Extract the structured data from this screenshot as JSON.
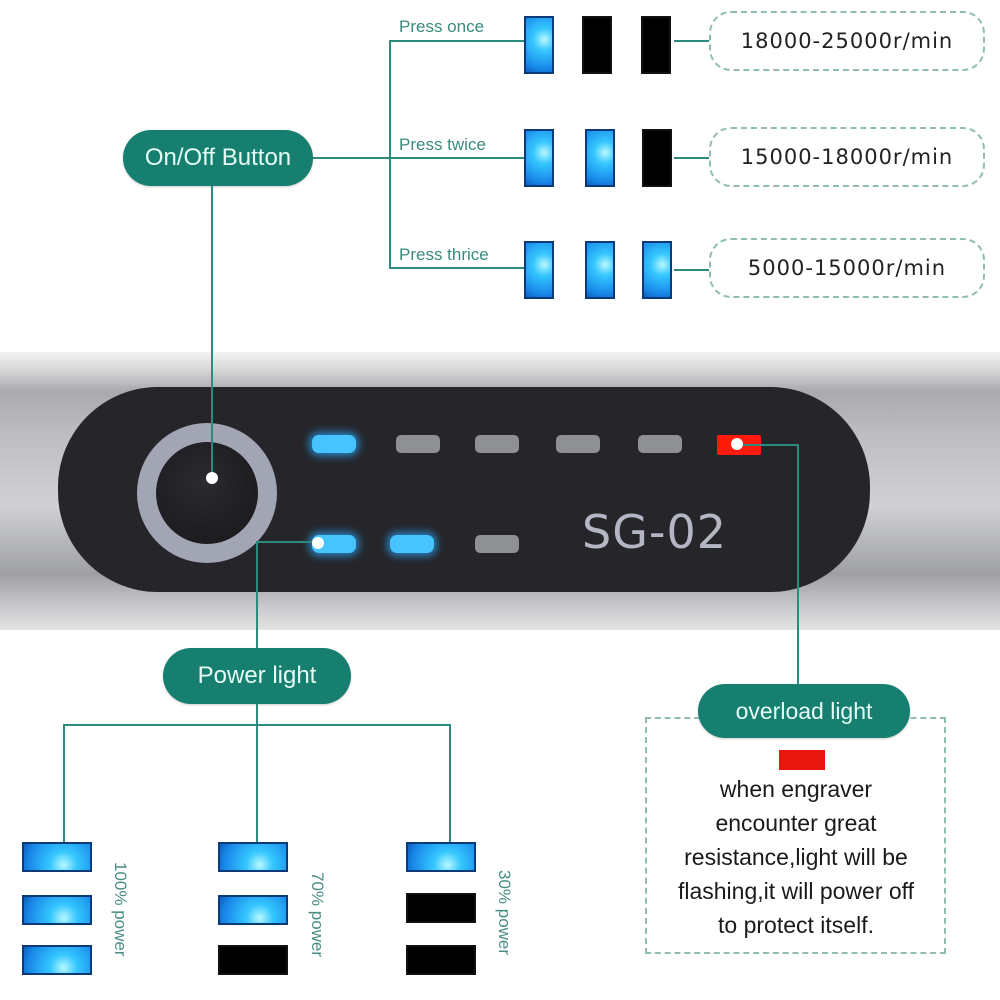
{
  "callouts": {
    "on_off_button": "On/Off Button",
    "power_light": "Power light",
    "overload_light": "overload light"
  },
  "speed_modes": [
    {
      "label": "Press once",
      "leds": [
        true,
        false,
        false
      ],
      "speed": "18000-25000r/min"
    },
    {
      "label": "Press twice",
      "leds": [
        true,
        true,
        false
      ],
      "speed": "15000-18000r/min"
    },
    {
      "label": "Press thrice",
      "leds": [
        true,
        true,
        true
      ],
      "speed": "5000-15000r/min"
    }
  ],
  "device": {
    "model": "SG-02",
    "speed_indicator_leds": [
      "on",
      "off",
      "off",
      "off",
      "off"
    ],
    "overload_led": "red",
    "power_leds": [
      "on",
      "on",
      "off"
    ]
  },
  "power_levels": [
    {
      "label": "100% power",
      "leds": [
        true,
        true,
        true
      ]
    },
    {
      "label": "70% power",
      "leds": [
        true,
        true,
        false
      ]
    },
    {
      "label": "30% power",
      "leds": [
        true,
        false,
        false
      ]
    }
  ],
  "overload_description": {
    "lines": [
      "when engraver",
      "encounter great",
      "resistance,light will be",
      "flashing,it will power off",
      "to protect itself."
    ]
  },
  "colors": {
    "accent_teal": "#167f70",
    "led_blue": "#35c7ff",
    "overload_red": "#ff1a0a"
  }
}
